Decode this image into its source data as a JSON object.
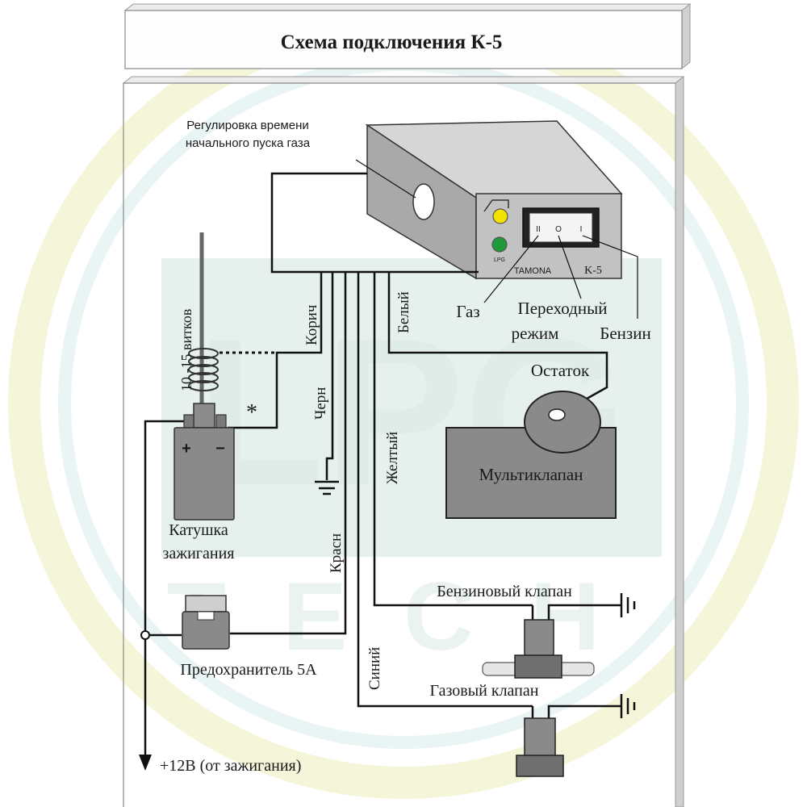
{
  "title": "Схема подключения  К-5",
  "labels": {
    "timing_adjust_line1": "Регулировка времени",
    "timing_adjust_line2": "начального пуска газа",
    "turns": "10 -15 витков",
    "asterisk": "*",
    "coil_line1": "Катушка",
    "coil_line2": "зажигания",
    "fuse": "Предохранитель 5А",
    "power": "+12В (от зажигания)",
    "mode_gas": "Газ",
    "mode_transition_line1": "Переходный",
    "mode_transition_line2": "режим",
    "mode_petrol": "Бензин",
    "remainder": "Остаток",
    "multivalve": "Мультиклапан",
    "petrol_valve": "Бензиновый клапан",
    "gas_valve": "Газовый клапан",
    "device_brand": "TAMONA",
    "device_model": "K-5",
    "lpg_led": "LPG",
    "switch_left": "II",
    "switch_mid": "O",
    "switch_right": "I"
  },
  "wires": {
    "brown": "Корич",
    "white": "Белый",
    "black": "Черн",
    "yellow": "Желтый",
    "red": "Красн",
    "blue": "Синий"
  },
  "watermark": {
    "main": "LPG",
    "sub": "TECH"
  },
  "colors": {
    "device_gray": "#c4c4c4",
    "coil_gray": "#8c8c8c",
    "led_yellow": "#f2e200",
    "led_green": "#1f9a3a",
    "watermark_green": "#3d8c7a",
    "watermark_yellow": "#e8e6a0"
  }
}
